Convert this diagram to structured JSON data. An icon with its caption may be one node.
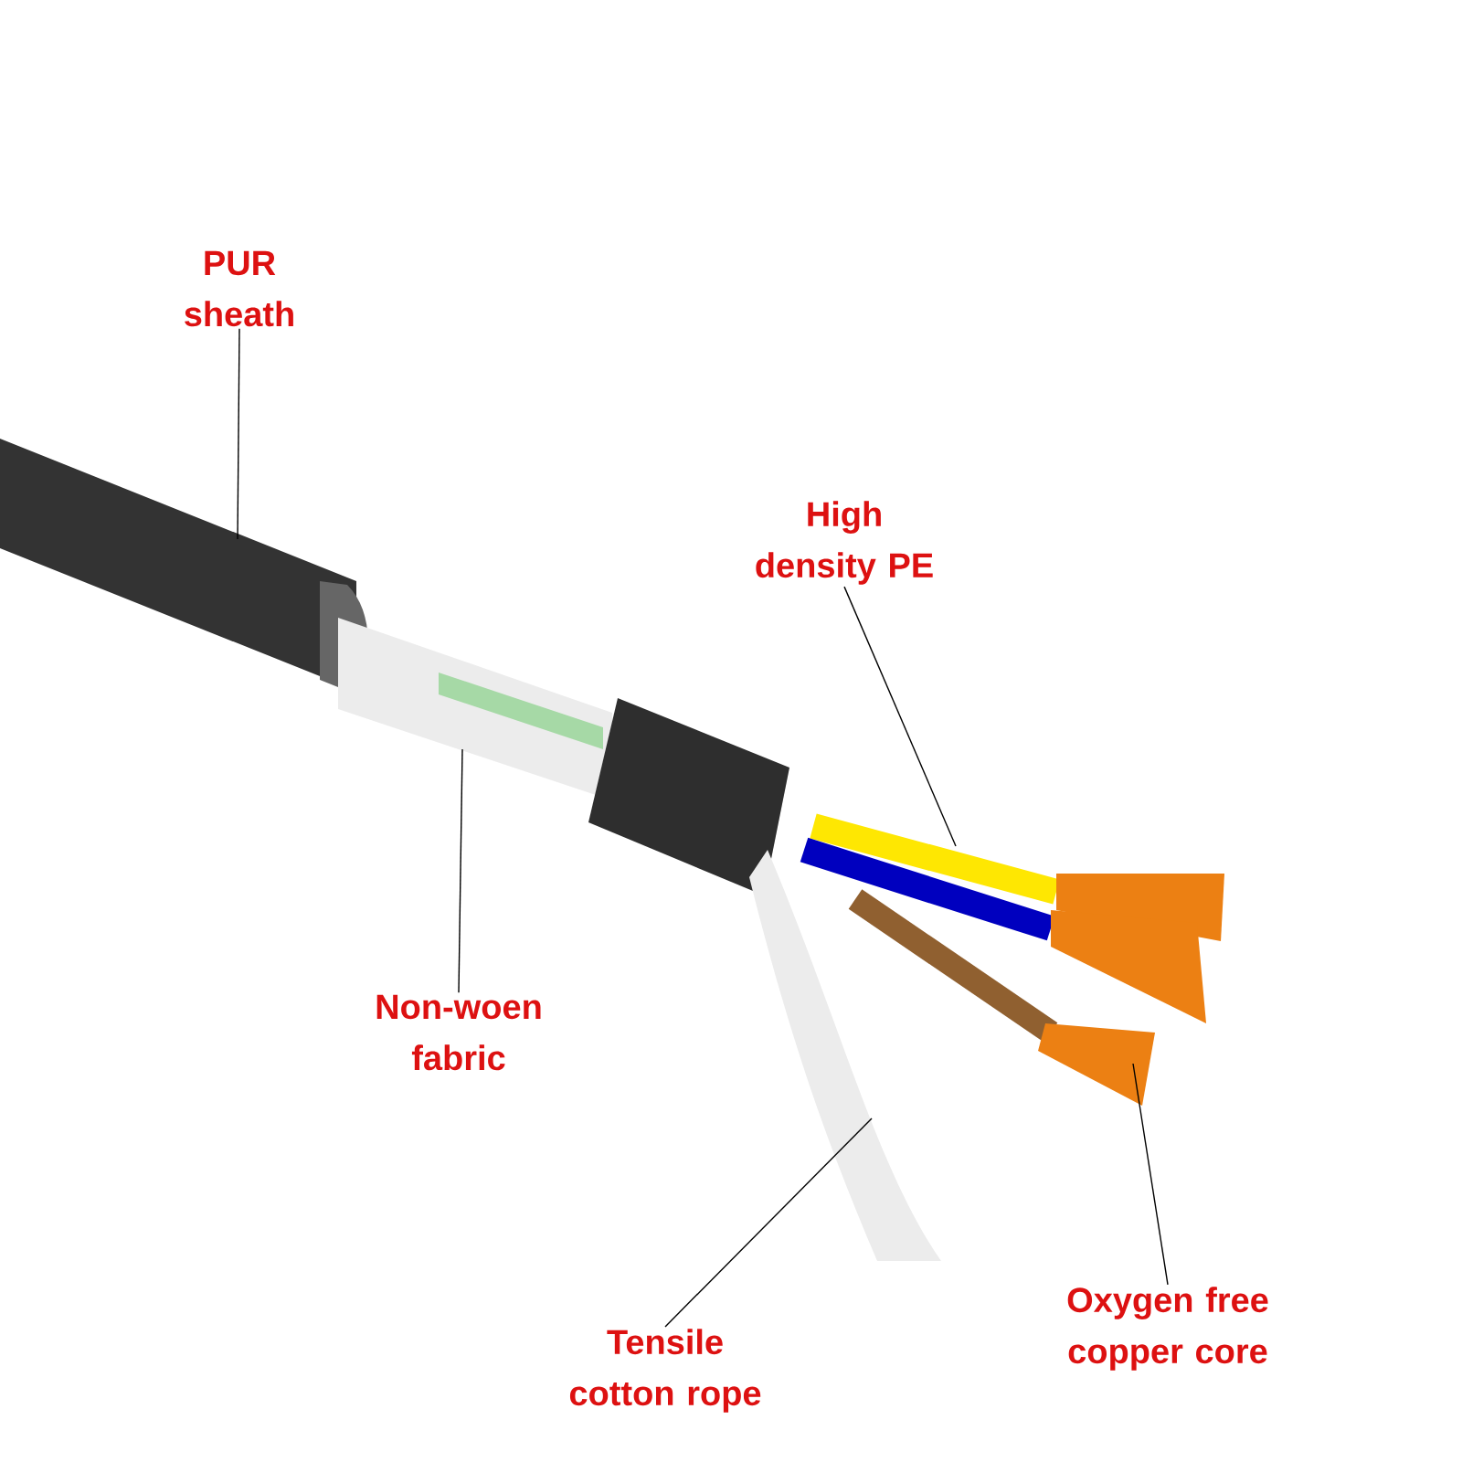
{
  "diagram": {
    "nodes": [
      {
        "text": [
          "PUR sheath"
        ]
      },
      {
        "text": [
          "High density PE"
        ]
      },
      {
        "text": [
          "Non-woen fabric"
        ]
      },
      {
        "text": [
          "Tensile cotton rope"
        ]
      },
      {
        "text": [
          "Oxygen free copper core"
        ]
      }
    ],
    "edges": [
      {
        "from": 0,
        "to": null,
        "arrow": "none"
      },
      {
        "from": 1,
        "to": null,
        "arrow": "none"
      },
      {
        "from": 2,
        "to": null,
        "arrow": "none"
      },
      {
        "from": 3,
        "to": null,
        "arrow": "none"
      },
      {
        "from": 4,
        "to": null,
        "arrow": "none"
      }
    ]
  }
}
